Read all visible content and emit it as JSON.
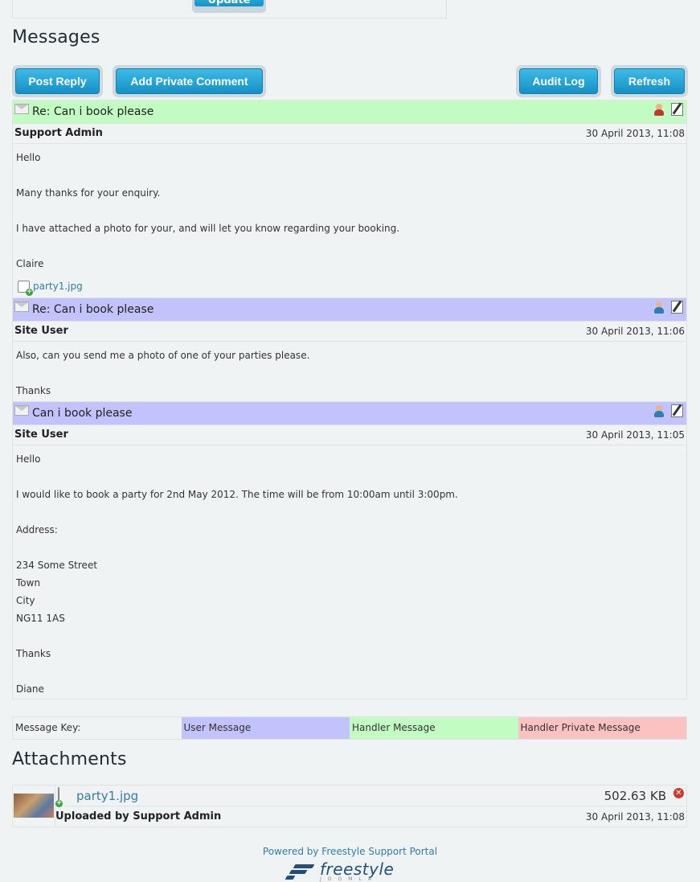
{
  "top": {
    "update_label": "Update"
  },
  "messages_heading": "Messages",
  "toolbar": {
    "post_reply": "Post Reply",
    "add_private_comment": "Add Private Comment",
    "audit_log": "Audit Log",
    "refresh": "Refresh"
  },
  "messages": [
    {
      "kind": "handler",
      "subject": "Re: Can i book please",
      "author": "Support Admin",
      "date": "30 April 2013, 11:08",
      "user_icon": "handler-user-icon",
      "lines": [
        "Hello",
        "",
        "Many thanks for your enquiry.",
        "",
        "I have attached a photo for your, and will let you know regarding your booking.",
        "",
        "Claire"
      ],
      "attachment": "party1.jpg"
    },
    {
      "kind": "user",
      "subject": "Re: Can i book please",
      "author": "Site User",
      "date": "30 April 2013, 11:06",
      "user_icon": "site-user-icon",
      "lines": [
        "Also, can you send me a photo of one of your parties please.",
        "",
        "Thanks"
      ]
    },
    {
      "kind": "user",
      "subject": "Can i book please",
      "author": "Site User",
      "date": "30 April 2013, 11:05",
      "user_icon": "site-user-icon",
      "lines": [
        "Hello",
        "",
        "I would like to book a party for 2nd May 2012. The time will be from 10:00am until 3:00pm.",
        "",
        "Address:",
        "",
        "234 Some Street",
        "Town",
        "City",
        "NG11 1AS",
        "",
        "Thanks",
        "",
        "Diane"
      ]
    }
  ],
  "message_key": {
    "label": "Message Key:",
    "user": "User Message",
    "handler": "Handler Message",
    "private": "Handler Private Message",
    "colors": {
      "user": "#c2c2fc",
      "handler": "#c2fcc2",
      "private": "#fcc2c2"
    }
  },
  "attachments_heading": "Attachments",
  "attachments": [
    {
      "name": "party1.jpg",
      "size": "502.63 KB",
      "uploaded_by": "Uploaded by Support Admin",
      "date": "30 April 2013, 11:08"
    }
  ],
  "footer": {
    "powered_by": "Powered by Freestyle Support Portal",
    "logo_text": "freestyle",
    "logo_sub": "JOOMLA"
  }
}
